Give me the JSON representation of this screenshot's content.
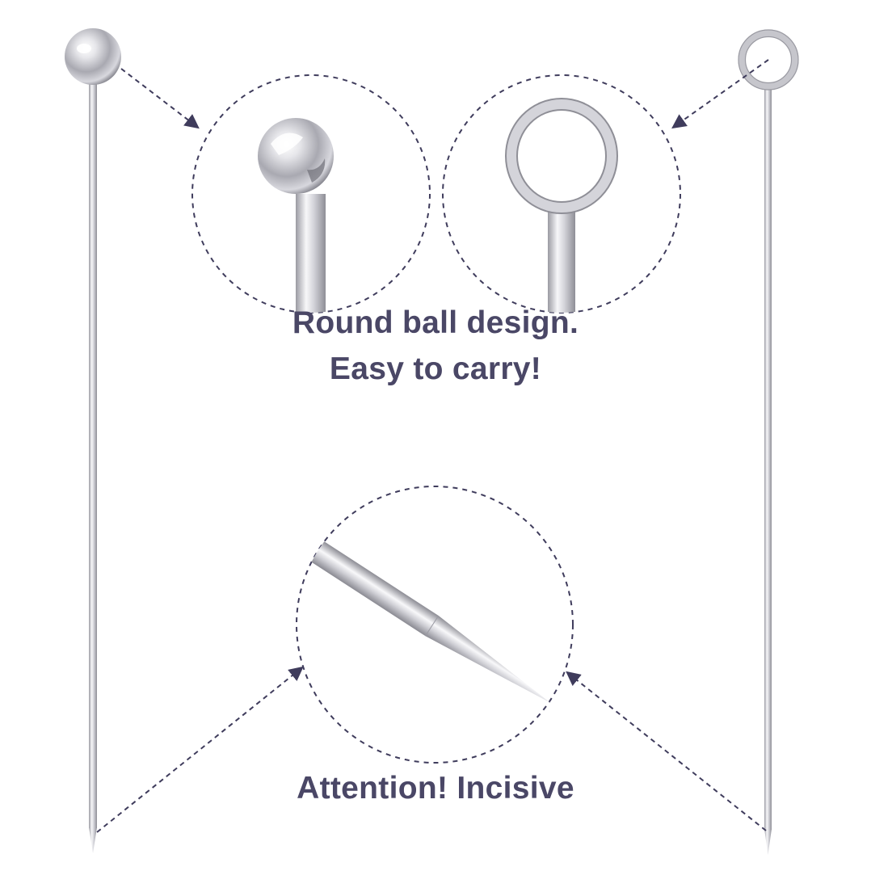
{
  "captions": {
    "ball_line_1": "Round ball design.",
    "ball_line_2": "Easy to carry!",
    "tip": "Attention! Incisive"
  },
  "colors": {
    "text": "#4a4766",
    "dashed_line": "#3f3c5c",
    "steel_light": "#f4f4f6",
    "steel_mid": "#c9c9cf",
    "steel_dark": "#8d8d95"
  },
  "icons": {
    "left_pick": "ball-head-cocktail-pick",
    "right_pick": "ring-head-cocktail-pick"
  }
}
